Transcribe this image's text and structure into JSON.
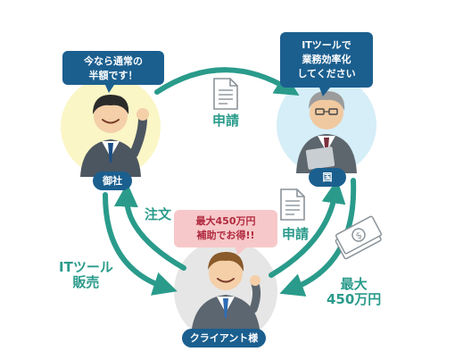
{
  "speech_bubbles": {
    "company": {
      "line1": "今なら通常の",
      "line2": "半額です！"
    },
    "country": {
      "line1": "ITツールで",
      "line2": "業務効率化",
      "line3": "してください"
    },
    "client": {
      "line1": "最大450万円",
      "line2": "補助でお得!!"
    }
  },
  "actors": {
    "company_label": "御社",
    "country_label": "国",
    "client_label": "クライアント様"
  },
  "flows": {
    "apply_top": "申請",
    "order": "注文",
    "apply_right": "申請",
    "sales": {
      "line1": "ITツール",
      "line2": "販売"
    },
    "subsidy": {
      "line1": "最大",
      "line2": "450万円"
    }
  },
  "colors": {
    "arrow": "#2a9b8b",
    "bubble_dark": "#1b5f8f",
    "bubble_pink": "#f7c8c9",
    "bubble_pink_text": "#b0293e",
    "circle_yellow": "#fbf6c6",
    "circle_blue": "#d5eef7",
    "circle_gray": "#e6e6e6"
  },
  "icons": [
    "document-icon",
    "document-icon",
    "money-icon"
  ]
}
